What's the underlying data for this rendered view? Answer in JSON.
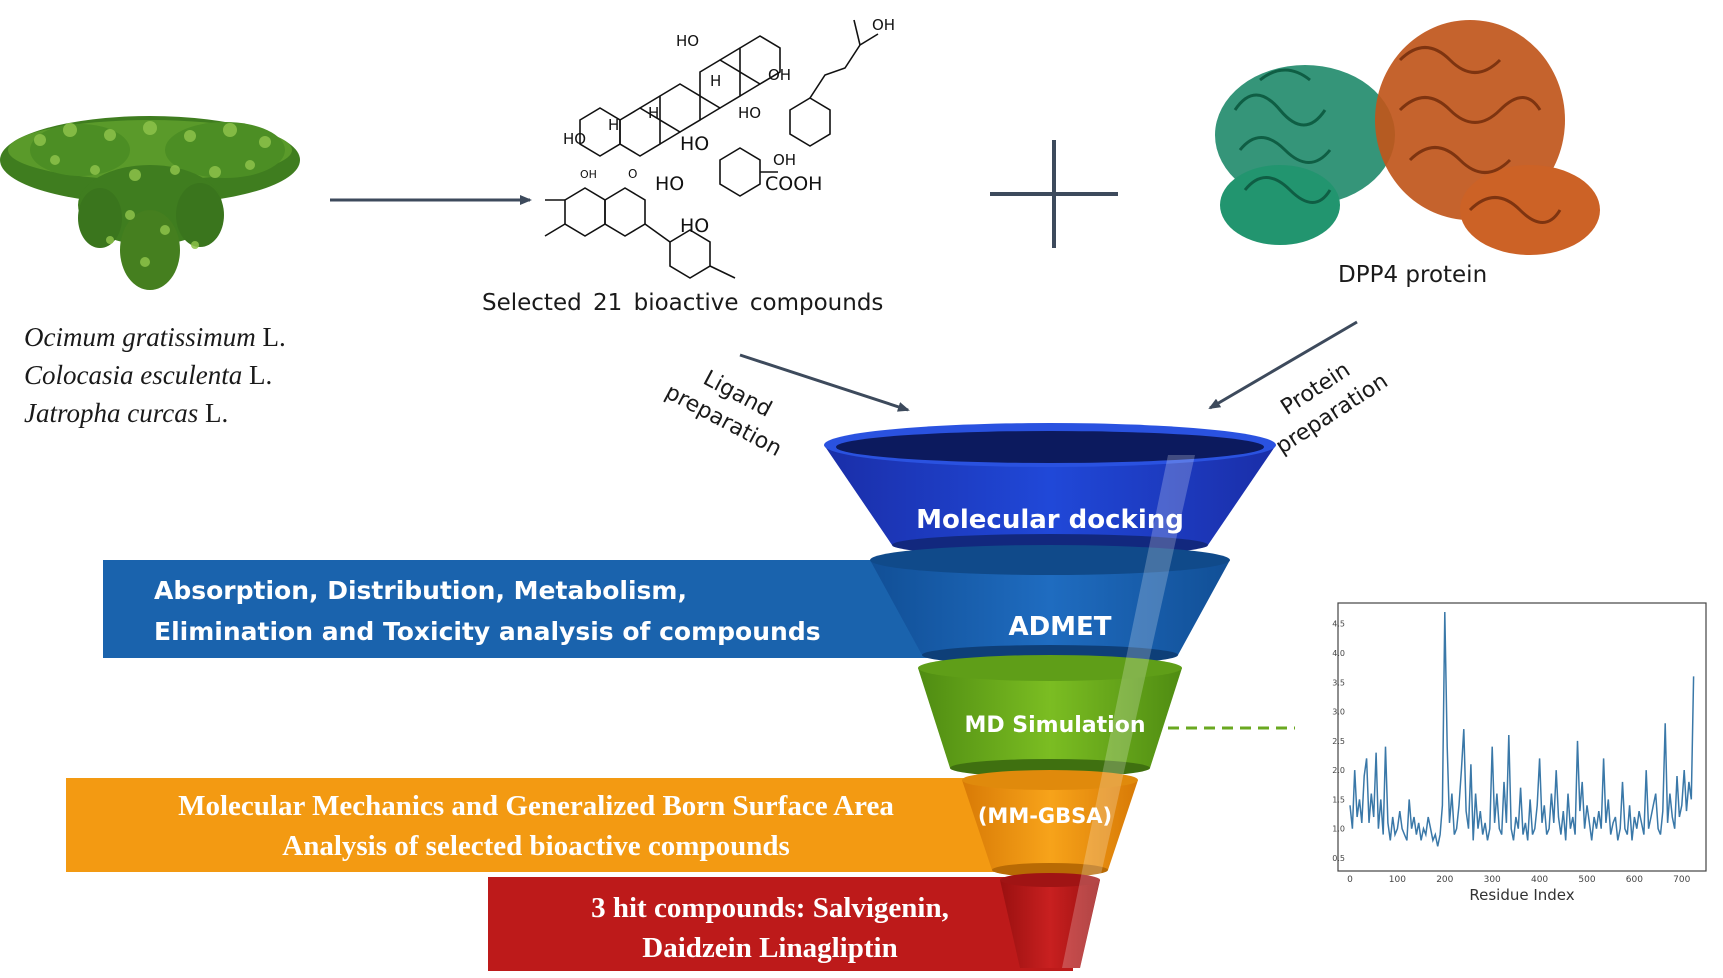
{
  "plants": {
    "species": [
      {
        "italic": "Ocimum gratissimum",
        "suffix": " L."
      },
      {
        "italic": "Colocasia esculenta",
        "suffix": " L."
      },
      {
        "italic": "Jatropha curcas",
        "suffix": " L."
      }
    ]
  },
  "compounds": {
    "label": "Selected 21 bioactive compounds",
    "atom_labels": {
      "ho_top": "HO",
      "oh_ring": "OH",
      "ho_left": "HO",
      "ho_acid": "HO",
      "oh_acid": "OH",
      "cooh": "COOH",
      "ho_gallic_top": "HO",
      "ho_gallic_left": "HO",
      "ho_gallic_bottom": "HO",
      "oh_flavone": "OH",
      "o_flavone": "O",
      "oh_caffeic": "OH",
      "h1": "H",
      "h2": "H",
      "h3": "H"
    }
  },
  "protein": {
    "label": "DPP4 protein",
    "colors": {
      "chain_a": "#1f8a6a",
      "chain_b": "#c0561b"
    }
  },
  "arrows": {
    "ligand_step": [
      "Ligand",
      "preparation"
    ],
    "protein_step": [
      "Protein",
      "preparation"
    ]
  },
  "funnel": {
    "stages": [
      {
        "label": "Molecular docking",
        "color": "#1f3fc4"
      },
      {
        "label": "ADMET",
        "color": "#1a5aa8"
      },
      {
        "label": "MD Simulation",
        "color": "#6aa820"
      },
      {
        "label": "(MM-GBSA)",
        "color": "#f0900a"
      },
      {
        "label": "",
        "color": "#b01818"
      }
    ]
  },
  "bands": {
    "admet": {
      "lines": [
        "Absorption, Distribution, Metabolism,",
        "Elimination and Toxicity analysis of compounds"
      ],
      "color": "#1a63ad"
    },
    "mmgbsa": {
      "lines": [
        "Molecular Mechanics and Generalized Born Surface Area",
        "Analysis of selected bioactive compounds"
      ],
      "color": "#f39a12"
    },
    "hits": {
      "lines": [
        "3 hit compounds: Salvigenin,",
        "Daidzein Linagliptin"
      ],
      "color": "#bd1a1a"
    }
  },
  "chart_data": {
    "type": "line",
    "title": "",
    "xlabel": "Residue Index",
    "ylabel": "",
    "xlim": [
      0,
      730
    ],
    "ylim": [
      0.5,
      4.7
    ],
    "xticks": [
      0,
      100,
      200,
      300,
      400,
      500,
      600,
      700
    ],
    "xtick_labels": [
      "0",
      "100",
      "200",
      "300",
      "400",
      "500",
      "600",
      "700"
    ],
    "yticks": [
      0.5,
      1.0,
      1.5,
      2.0,
      2.5,
      3.0,
      3.5,
      4.0,
      4.5
    ],
    "ytick_labels": [
      "0.5",
      "1.0",
      "1.5",
      "2.0",
      "2.5",
      "3.0",
      "3.5",
      "4.0",
      "4.5"
    ],
    "series": [
      {
        "color": "#3a78a8",
        "x": [
          0,
          5,
          10,
          15,
          20,
          25,
          30,
          35,
          40,
          45,
          50,
          55,
          60,
          65,
          70,
          75,
          80,
          85,
          90,
          95,
          100,
          105,
          110,
          115,
          120,
          125,
          130,
          135,
          140,
          145,
          150,
          155,
          160,
          165,
          170,
          175,
          180,
          185,
          190,
          195,
          200,
          205,
          210,
          215,
          220,
          225,
          230,
          235,
          240,
          245,
          250,
          255,
          260,
          265,
          270,
          275,
          280,
          285,
          290,
          295,
          300,
          305,
          310,
          315,
          320,
          325,
          330,
          335,
          340,
          345,
          350,
          355,
          360,
          365,
          370,
          375,
          380,
          385,
          390,
          395,
          400,
          405,
          410,
          415,
          420,
          425,
          430,
          435,
          440,
          445,
          450,
          455,
          460,
          465,
          470,
          475,
          480,
          485,
          490,
          495,
          500,
          505,
          510,
          515,
          520,
          525,
          530,
          535,
          540,
          545,
          550,
          555,
          560,
          565,
          570,
          575,
          580,
          585,
          590,
          595,
          600,
          605,
          610,
          615,
          620,
          625,
          630,
          635,
          640,
          645,
          650,
          655,
          660,
          665,
          670,
          675,
          680,
          685,
          690,
          695,
          700,
          705,
          710,
          715,
          720,
          725
        ],
        "y": [
          1.4,
          1.0,
          2.0,
          1.2,
          1.5,
          1.1,
          1.9,
          2.2,
          1.1,
          1.6,
          1.2,
          2.3,
          1.0,
          1.5,
          0.9,
          2.4,
          1.1,
          0.8,
          1.2,
          0.9,
          1.0,
          1.3,
          1.0,
          0.9,
          0.8,
          1.5,
          1.0,
          1.2,
          0.9,
          1.1,
          0.8,
          1.0,
          0.9,
          1.2,
          1.0,
          0.8,
          0.9,
          0.7,
          0.9,
          1.4,
          4.7,
          2.4,
          1.1,
          1.6,
          0.9,
          1.0,
          1.4,
          2.0,
          2.7,
          1.3,
          1.0,
          2.1,
          0.8,
          1.6,
          1.0,
          1.3,
          0.9,
          1.1,
          0.8,
          1.0,
          2.4,
          1.1,
          1.6,
          1.0,
          0.9,
          1.8,
          1.1,
          2.6,
          1.0,
          0.8,
          1.2,
          1.0,
          1.7,
          0.9,
          1.1,
          0.8,
          1.5,
          0.9,
          1.0,
          1.4,
          2.2,
          1.1,
          1.4,
          0.9,
          1.0,
          1.6,
          1.1,
          2.0,
          1.2,
          0.9,
          1.3,
          0.8,
          1.6,
          1.0,
          1.2,
          0.9,
          2.5,
          1.3,
          1.8,
          1.0,
          1.4,
          1.1,
          0.8,
          1.2,
          1.0,
          1.3,
          1.0,
          2.2,
          1.1,
          1.5,
          0.9,
          1.1,
          1.2,
          0.8,
          1.0,
          1.8,
          1.0,
          0.9,
          1.4,
          0.8,
          1.2,
          1.0,
          1.3,
          1.1,
          0.9,
          2.0,
          1.0,
          1.2,
          1.4,
          1.6,
          1.0,
          0.9,
          1.3,
          2.8,
          1.1,
          1.6,
          1.2,
          1.0,
          1.9,
          1.2,
          1.4,
          2.0,
          1.3,
          1.8,
          1.5,
          3.6
        ]
      }
    ]
  }
}
